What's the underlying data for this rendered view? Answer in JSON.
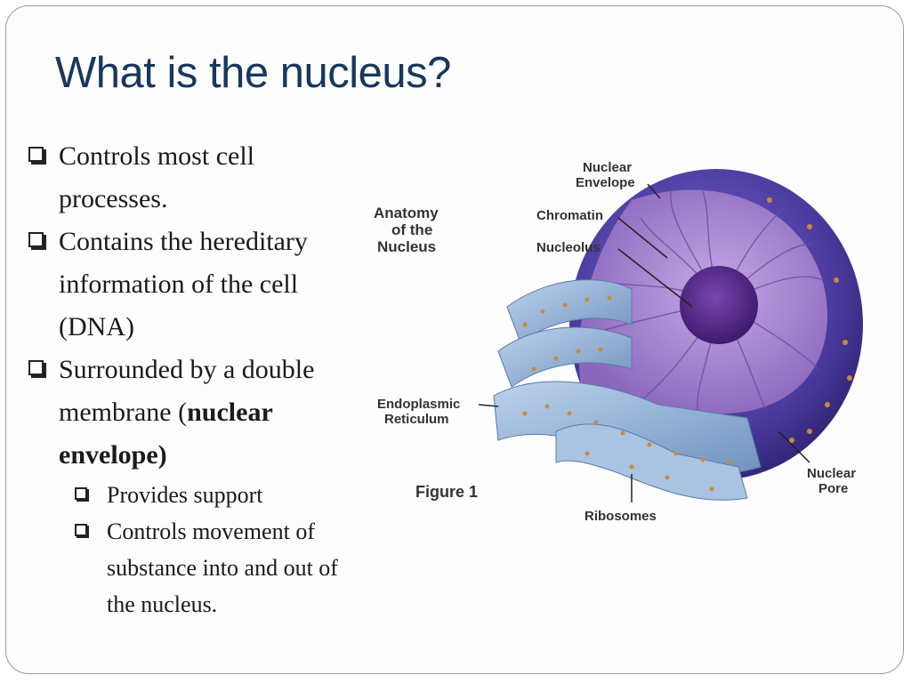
{
  "title": "What is the nucleus?",
  "bullets": [
    {
      "text": "Controls most cell processes."
    },
    {
      "text": "Contains the hereditary information of the cell (DNA)"
    },
    {
      "text_before": "Surrounded by a double membrane (",
      "text_bold": "nuclear envelope)",
      "sub": [
        {
          "text": "Provides support"
        },
        {
          "text": "Controls movement of substance into and out of the nucleus."
        }
      ]
    }
  ],
  "figure": {
    "heading_line1": "Anatomy",
    "heading_line2": "of the",
    "heading_line3": "Nucleus",
    "caption": "Figure 1",
    "labels": {
      "nuclear_envelope_1": "Nuclear",
      "nuclear_envelope_2": "Envelope",
      "chromatin": "Chromatin",
      "nucleolus": "Nucleolus",
      "er_1": "Endoplasmic",
      "er_2": "Reticulum",
      "ribosomes": "Ribosomes",
      "pore_1": "Nuclear",
      "pore_2": "Pore"
    },
    "colors": {
      "envelope": "#4b3a9e",
      "interior": "#9a7cc8",
      "nucleolus": "#5b2a8c",
      "er": "#8fb0d6"
    }
  }
}
